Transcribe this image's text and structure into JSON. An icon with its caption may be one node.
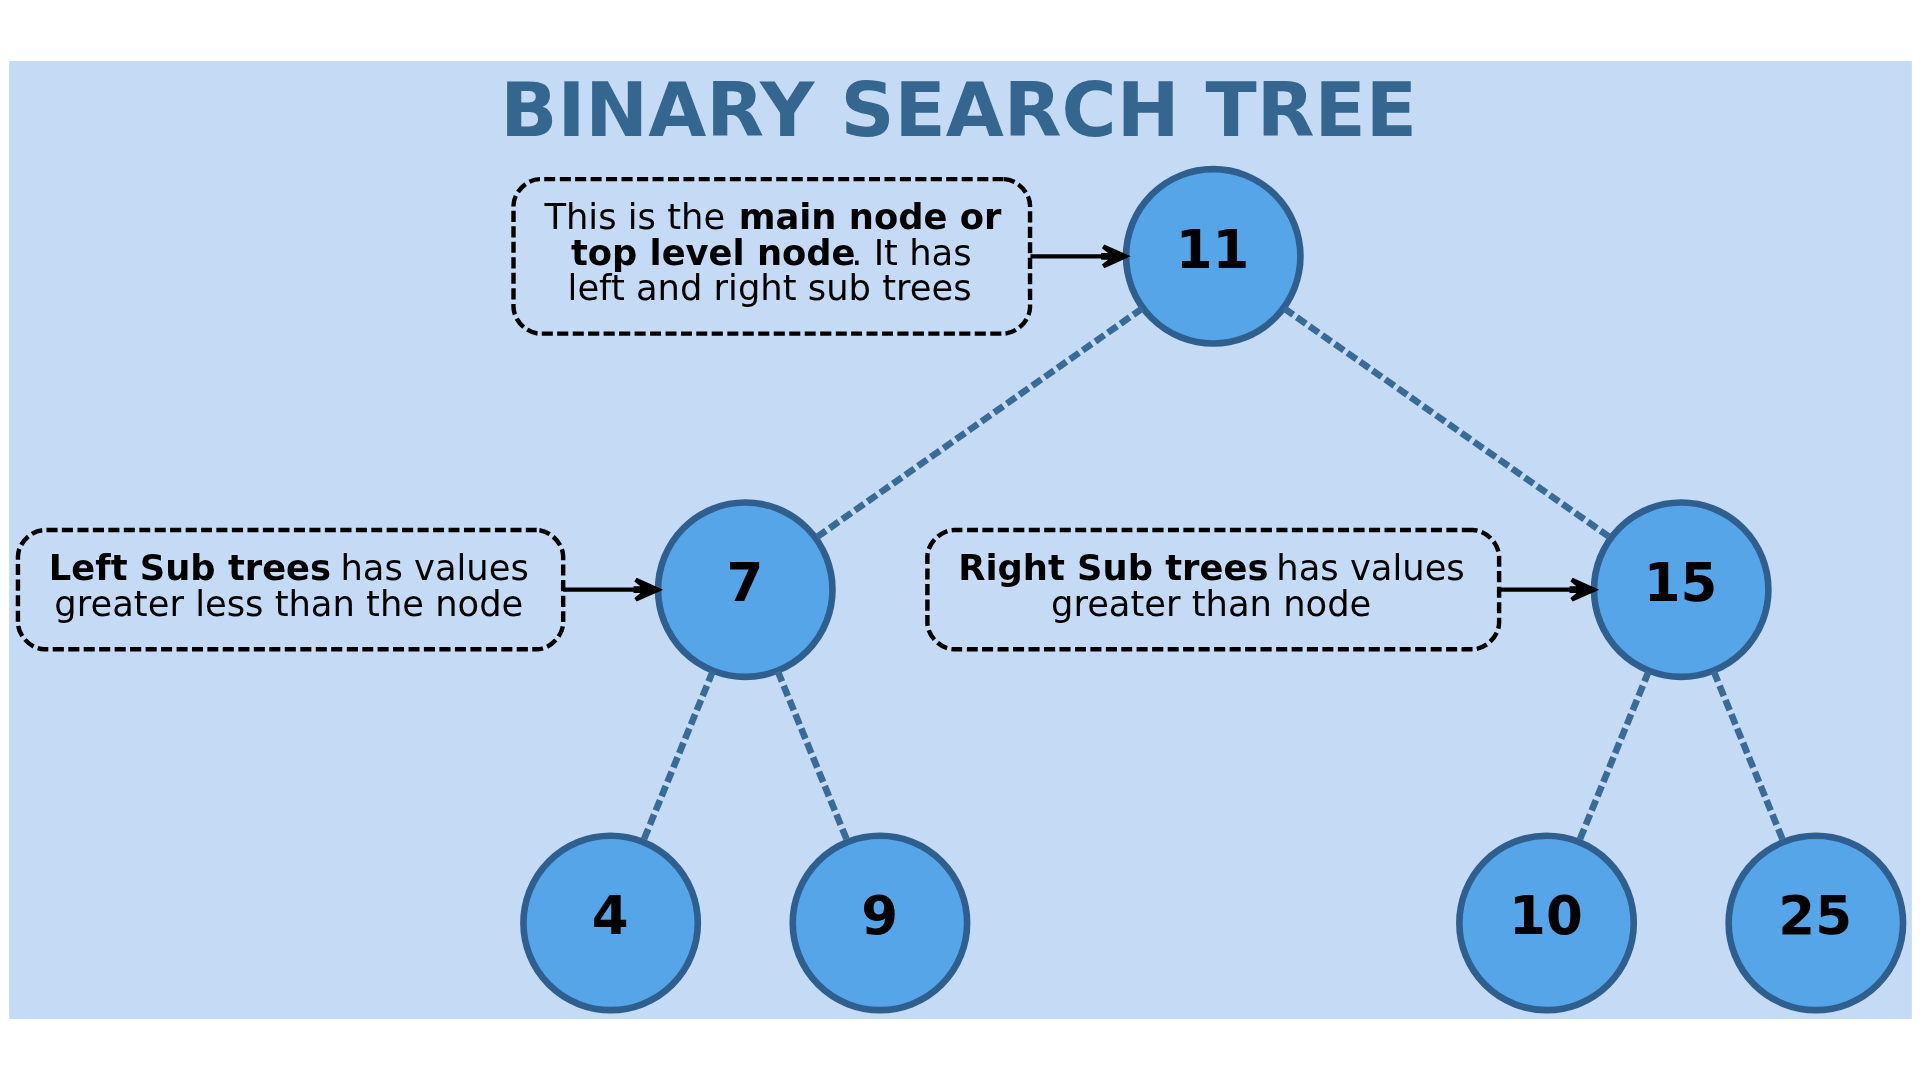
{
  "diagram": {
    "title": "BINARY SEARCH TREE",
    "nodes": [
      {
        "text": [
          "11"
        ]
      },
      {
        "text": [
          "7"
        ]
      },
      {
        "text": [
          "15"
        ]
      },
      {
        "text": [
          "4"
        ]
      },
      {
        "text": [
          "9"
        ]
      },
      {
        "text": [
          "10"
        ]
      },
      {
        "text": [
          "25"
        ]
      },
      {
        "text": [
          "This is the **main node or top level node**. It has left and right sub trees"
        ]
      },
      {
        "text": [
          "**Left Sub trees** has values greater less than the node"
        ]
      },
      {
        "text": [
          "**Right Sub trees** has values greater than node"
        ]
      }
    ],
    "edges": [
      {
        "from": 0,
        "to": 1,
        "arrow": "none",
        "style": "dashed",
        "color": "#3a6a96"
      },
      {
        "from": 0,
        "to": 2,
        "arrow": "none",
        "style": "dashed",
        "color": "#3a6a96"
      },
      {
        "from": 1,
        "to": 3,
        "arrow": "none",
        "style": "dashed",
        "color": "#3a6a96"
      },
      {
        "from": 1,
        "to": 4,
        "arrow": "none",
        "style": "dashed",
        "color": "#3a6a96"
      },
      {
        "from": 2,
        "to": 5,
        "arrow": "none",
        "style": "dashed",
        "color": "#3a6a96"
      },
      {
        "from": 2,
        "to": 6,
        "arrow": "none",
        "style": "dashed",
        "color": "#3a6a96"
      },
      {
        "from": 7,
        "to": 0,
        "arrow": "to",
        "color": "#000000"
      },
      {
        "from": 8,
        "to": 1,
        "arrow": "to",
        "color": "#000000"
      },
      {
        "from": 9,
        "to": 2,
        "arrow": "to",
        "color": "#000000"
      }
    ]
  }
}
